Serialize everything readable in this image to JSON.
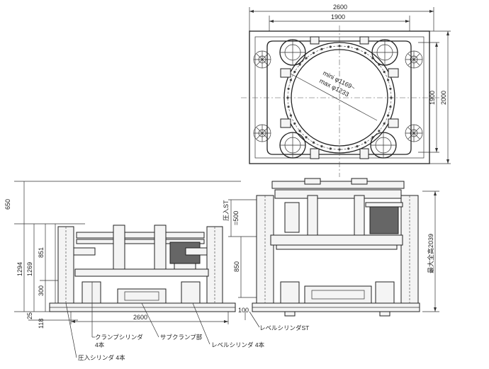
{
  "plan_view": {
    "width_outer": "2600",
    "width_inner": "1900",
    "height_inner": "1900",
    "height_outer": "2000",
    "diameter_min": "mini φ1169~",
    "diameter_max": "max φ1233"
  },
  "front_view": {
    "top_clearance": "650",
    "total_height": "1294",
    "dim_1269": "1269",
    "dim_851": "851",
    "dim_300": "300",
    "dim_25": "25",
    "dim_118": "118",
    "base_width": "2600",
    "label_clamp": "クランプシリンダ",
    "label_clamp_count": "4本",
    "label_sub_clamp": "サブクランプ部",
    "label_leveling": "レベルシリンダ 4本",
    "label_press": "圧入シリンダ 4本"
  },
  "side_view": {
    "stroke_label": "圧入ST",
    "stroke_value": "=500",
    "dim_850": "850",
    "dim_100": "100",
    "max_height_label": "最大全高2039",
    "label_leveling_st": "レベルシリンダST"
  }
}
